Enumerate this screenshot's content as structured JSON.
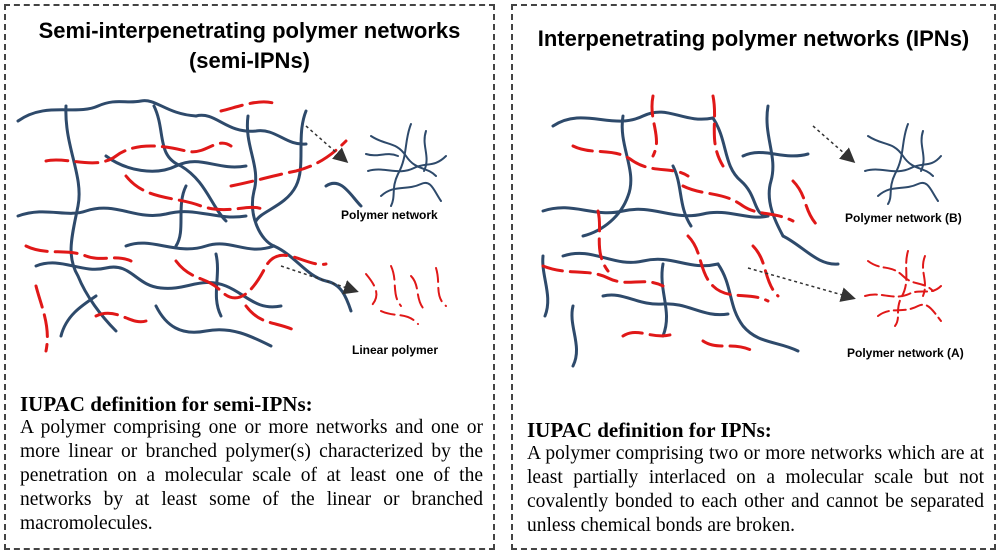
{
  "left_panel": {
    "title_line1": "Semi-interpenetrating polymer networks",
    "title_line2": "(semi-IPNs)",
    "label_network": "Polymer network",
    "label_linear": "Linear polymer",
    "definition_heading": "IUPAC definition for semi-IPNs:",
    "definition_text": "A polymer comprising one or more networks and one or more linear or branched polymer(s) characterized by the penetration on a molecular scale of at least one of the networks by at least some of the linear or branched macromolecules."
  },
  "right_panel": {
    "title": "Interpenetrating polymer networks (IPNs)",
    "label_network_b": "Polymer network (B)",
    "label_network_a": "Polymer network (A)",
    "definition_heading": "IUPAC definition for IPNs:",
    "definition_text": "A polymer comprising two or more networks which are at least partially interlaced on a molecular scale but not covalently bonded to each other and cannot be separated unless chemical bonds are broken."
  },
  "colors": {
    "network": "#2e4a6b",
    "linear": "#e01818",
    "arrow": "#333333"
  }
}
